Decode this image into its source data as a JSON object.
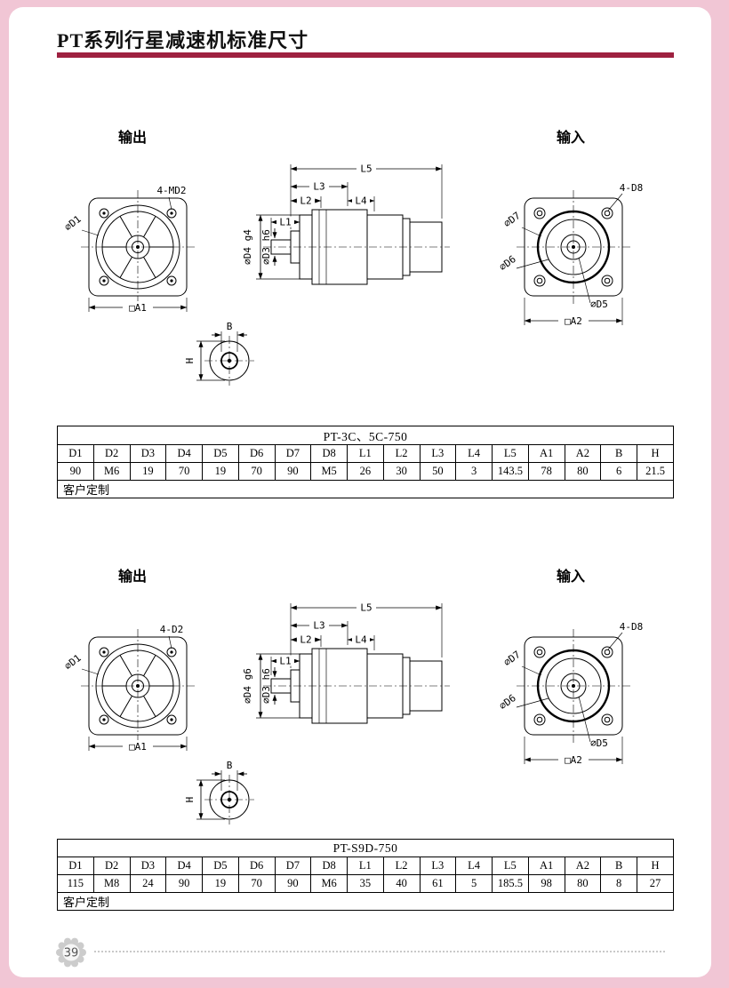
{
  "page": {
    "title": "PT系列行星减速机标准尺寸",
    "page_number": "39"
  },
  "colors": {
    "frame_pink": "#f1c6d5",
    "accent_red": "#9e2140"
  },
  "sections": [
    {
      "output_label": "输出",
      "input_label": "输入",
      "drawing": {
        "corner_holes_front": "4-MD2",
        "d1": "⌀D1",
        "a1": "□A1",
        "l1": "L1",
        "l2": "L2",
        "l3": "L3",
        "l4": "L4",
        "l5": "L5",
        "d4": "⌀D4 g4",
        "d3": "⌀D3 h6",
        "b": "B",
        "h": "H",
        "corner_holes_rear": "4-D8",
        "d7": "⌀D7",
        "d6": "⌀D6",
        "d5": "⌀D5",
        "a2": "□A2"
      },
      "table": {
        "title": "PT-3C、5C-750",
        "headers": [
          "D1",
          "D2",
          "D3",
          "D4",
          "D5",
          "D6",
          "D7",
          "D8",
          "L1",
          "L2",
          "L3",
          "L4",
          "L5",
          "A1",
          "A2",
          "B",
          "H"
        ],
        "values": [
          "90",
          "M6",
          "19",
          "70",
          "19",
          "70",
          "90",
          "M5",
          "26",
          "30",
          "50",
          "3",
          "143.5",
          "78",
          "80",
          "6",
          "21.5"
        ],
        "footer": "客户定制"
      }
    },
    {
      "output_label": "输出",
      "input_label": "输入",
      "drawing": {
        "corner_holes_front": "4-D2",
        "d1": "⌀D1",
        "a1": "□A1",
        "l1": "L1",
        "l2": "L2",
        "l3": "L3",
        "l4": "L4",
        "l5": "L5",
        "d4": "⌀D4 g6",
        "d3": "⌀D3 h6",
        "b": "B",
        "h": "H",
        "corner_holes_rear": "4-D8",
        "d7": "⌀D7",
        "d6": "⌀D6",
        "d5": "⌀D5",
        "a2": "□A2"
      },
      "table": {
        "title": "PT-S9D-750",
        "headers": [
          "D1",
          "D2",
          "D3",
          "D4",
          "D5",
          "D6",
          "D7",
          "D8",
          "L1",
          "L2",
          "L3",
          "L4",
          "L5",
          "A1",
          "A2",
          "B",
          "H"
        ],
        "values": [
          "115",
          "M8",
          "24",
          "90",
          "19",
          "70",
          "90",
          "M6",
          "35",
          "40",
          "61",
          "5",
          "185.5",
          "98",
          "80",
          "8",
          "27"
        ],
        "footer": "客户定制"
      }
    }
  ]
}
